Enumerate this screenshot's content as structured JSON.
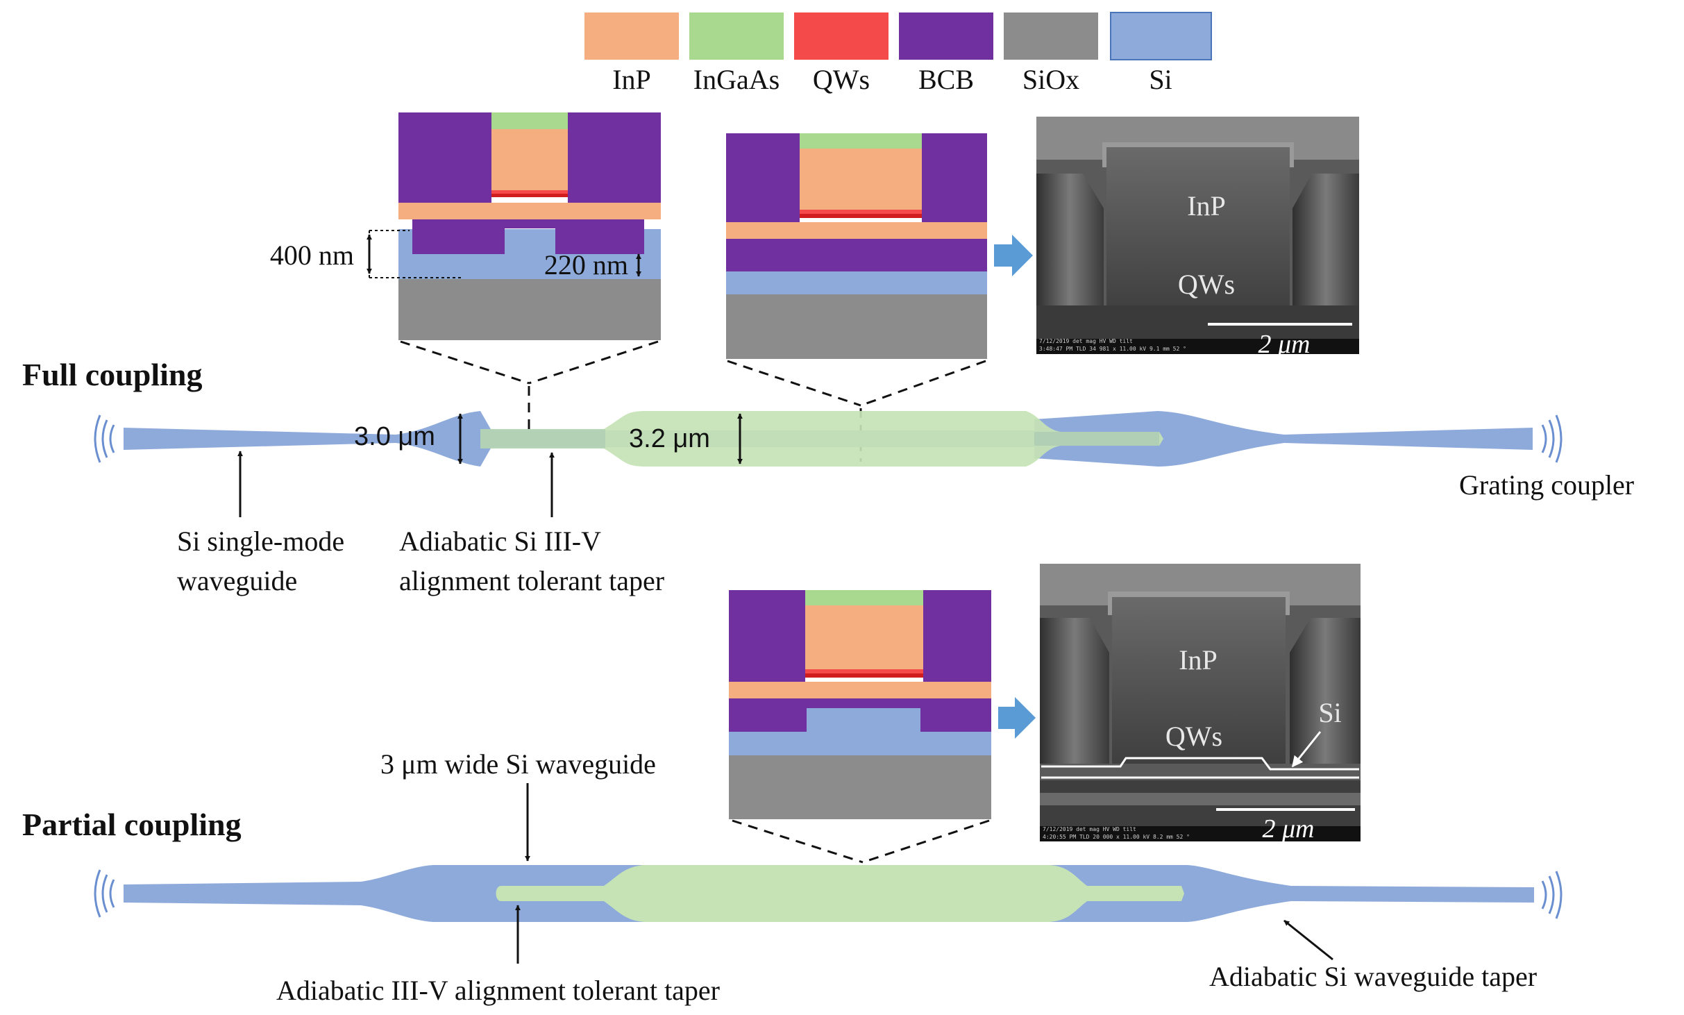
{
  "colors": {
    "InP": "#f4ae80",
    "InGaAs": "#a9d98f",
    "QWs": "#f54a4a",
    "BCB": "#7030a0",
    "SiOx": "#8c8c8c",
    "Si": "#8eaadb",
    "dark_red": "#d11d1d",
    "sem_bg": "#4e4e4e",
    "arrow_blue": "#5b9bd5",
    "waveguide_blue": "#8eaadb",
    "taper_green": "#c6e3b5"
  },
  "legend": [
    {
      "label": "InP",
      "color": "#f4ae80"
    },
    {
      "label": "InGaAs",
      "color": "#a9d98f"
    },
    {
      "label": "QWs",
      "color": "#f54a4a"
    },
    {
      "label": "BCB",
      "color": "#7030a0"
    },
    {
      "label": "SiOx",
      "color": "#8c8c8c"
    },
    {
      "label": "Si",
      "color": "#8eaadb"
    }
  ],
  "full": {
    "title": "Full coupling",
    "dim_400": "400 nm",
    "dim_220": "220 nm",
    "width_3_0": "3.0 μm",
    "width_3_2": "3.2 μm",
    "label_si_waveguide_line1": "Si single-mode",
    "label_si_waveguide_line2": "waveguide",
    "label_taper_line1": "Adiabatic Si III-V",
    "label_taper_line2": "alignment tolerant taper",
    "label_grating": "Grating coupler",
    "sem_inp": "InP",
    "sem_qws": "QWs",
    "sem_scale": "2 μm",
    "sem_info_line1": "7/12/2019   det   mag     HV     WD    tilt",
    "sem_info_line2": "3:48:47 PM TLD  34 981 x  11.00 kV  9.1 mm  52 °"
  },
  "partial": {
    "title": "Partial coupling",
    "label_3um": "3 μm wide Si waveguide",
    "label_taper": "Adiabatic III-V alignment tolerant taper",
    "label_si_taper": "Adiabatic Si waveguide taper",
    "sem_inp": "InP",
    "sem_qws": "QWs",
    "sem_si": "Si",
    "sem_scale": "2 μm",
    "sem_info_line1": "7/12/2019   det   mag     HV     WD    tilt",
    "sem_info_line2": "4:20:55 PM TLD  20 000 x  11.00 kV  8.2 mm  52 °"
  }
}
